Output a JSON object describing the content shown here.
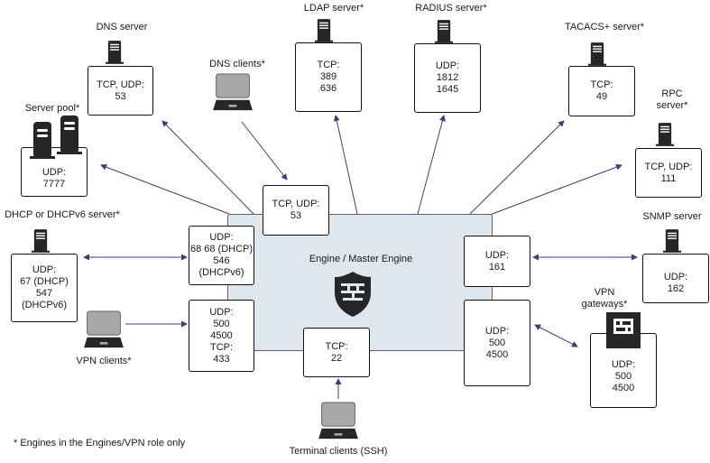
{
  "diagram_title": "Engine / Master Engine",
  "footnote": "* Engines in the Engines/VPN role only",
  "colors": {
    "engine_fill": "#dfe6ec",
    "arrow": "#3b3f78",
    "icon_dark": "#262626",
    "laptop_screen": "#a8a8a8"
  },
  "external": {
    "dns_server": {
      "label": "DNS server",
      "ports": [
        "TCP, UDP:",
        "53"
      ],
      "icon": "server-icon"
    },
    "server_pool": {
      "label": "Server pool*",
      "ports": [
        "UDP:",
        "7777"
      ],
      "icon": "server-pool-icon"
    },
    "dns_clients": {
      "label": "DNS clients*",
      "icon": "laptop-icon"
    },
    "ldap_server": {
      "label": "LDAP server*",
      "ports": [
        "TCP:",
        "389",
        "636"
      ],
      "icon": "server-icon"
    },
    "radius_server": {
      "label": "RADIUS server*",
      "ports": [
        "UDP:",
        "1812",
        "1645"
      ],
      "icon": "server-icon"
    },
    "tacacs_server": {
      "label": "TACACS+ server*",
      "ports": [
        "TCP:",
        "49"
      ],
      "icon": "server-icon"
    },
    "rpc_server": {
      "label_1": "RPC",
      "label_2": "server*",
      "ports": [
        "TCP, UDP:",
        "111"
      ],
      "icon": "server-icon"
    },
    "dhcp_server": {
      "label": "DHCP or DHCPv6 server*",
      "ports": [
        "UDP:",
        "67 (DHCP)",
        "547",
        "(DHCPv6)"
      ],
      "icon": "server-icon"
    },
    "vpn_clients": {
      "label": "VPN clients*",
      "icon": "laptop-icon"
    },
    "snmp_server": {
      "label": "SNMP server",
      "ports": [
        "UDP:",
        "162"
      ],
      "icon": "server-icon"
    },
    "vpn_gateways": {
      "label_1": "VPN",
      "label_2": "gateways*",
      "ports": [
        "UDP:",
        "500",
        "4500"
      ],
      "icon": "firewall-icon"
    },
    "terminal_clients": {
      "label": "Terminal clients (SSH)",
      "icon": "laptop-icon"
    }
  },
  "engine_ports": {
    "dns": [
      "TCP, UDP:",
      "53"
    ],
    "dhcp": [
      "UDP:",
      "68 68 (DHCP)",
      "546",
      "(DHCPv6)"
    ],
    "vpn_clients": [
      "UDP:",
      "500",
      "4500",
      "TCP:",
      "433"
    ],
    "ssh": [
      "TCP:",
      "22"
    ],
    "snmp": [
      "UDP:",
      "161"
    ],
    "vpn_gateways": [
      "UDP:",
      "500",
      "4500"
    ]
  }
}
